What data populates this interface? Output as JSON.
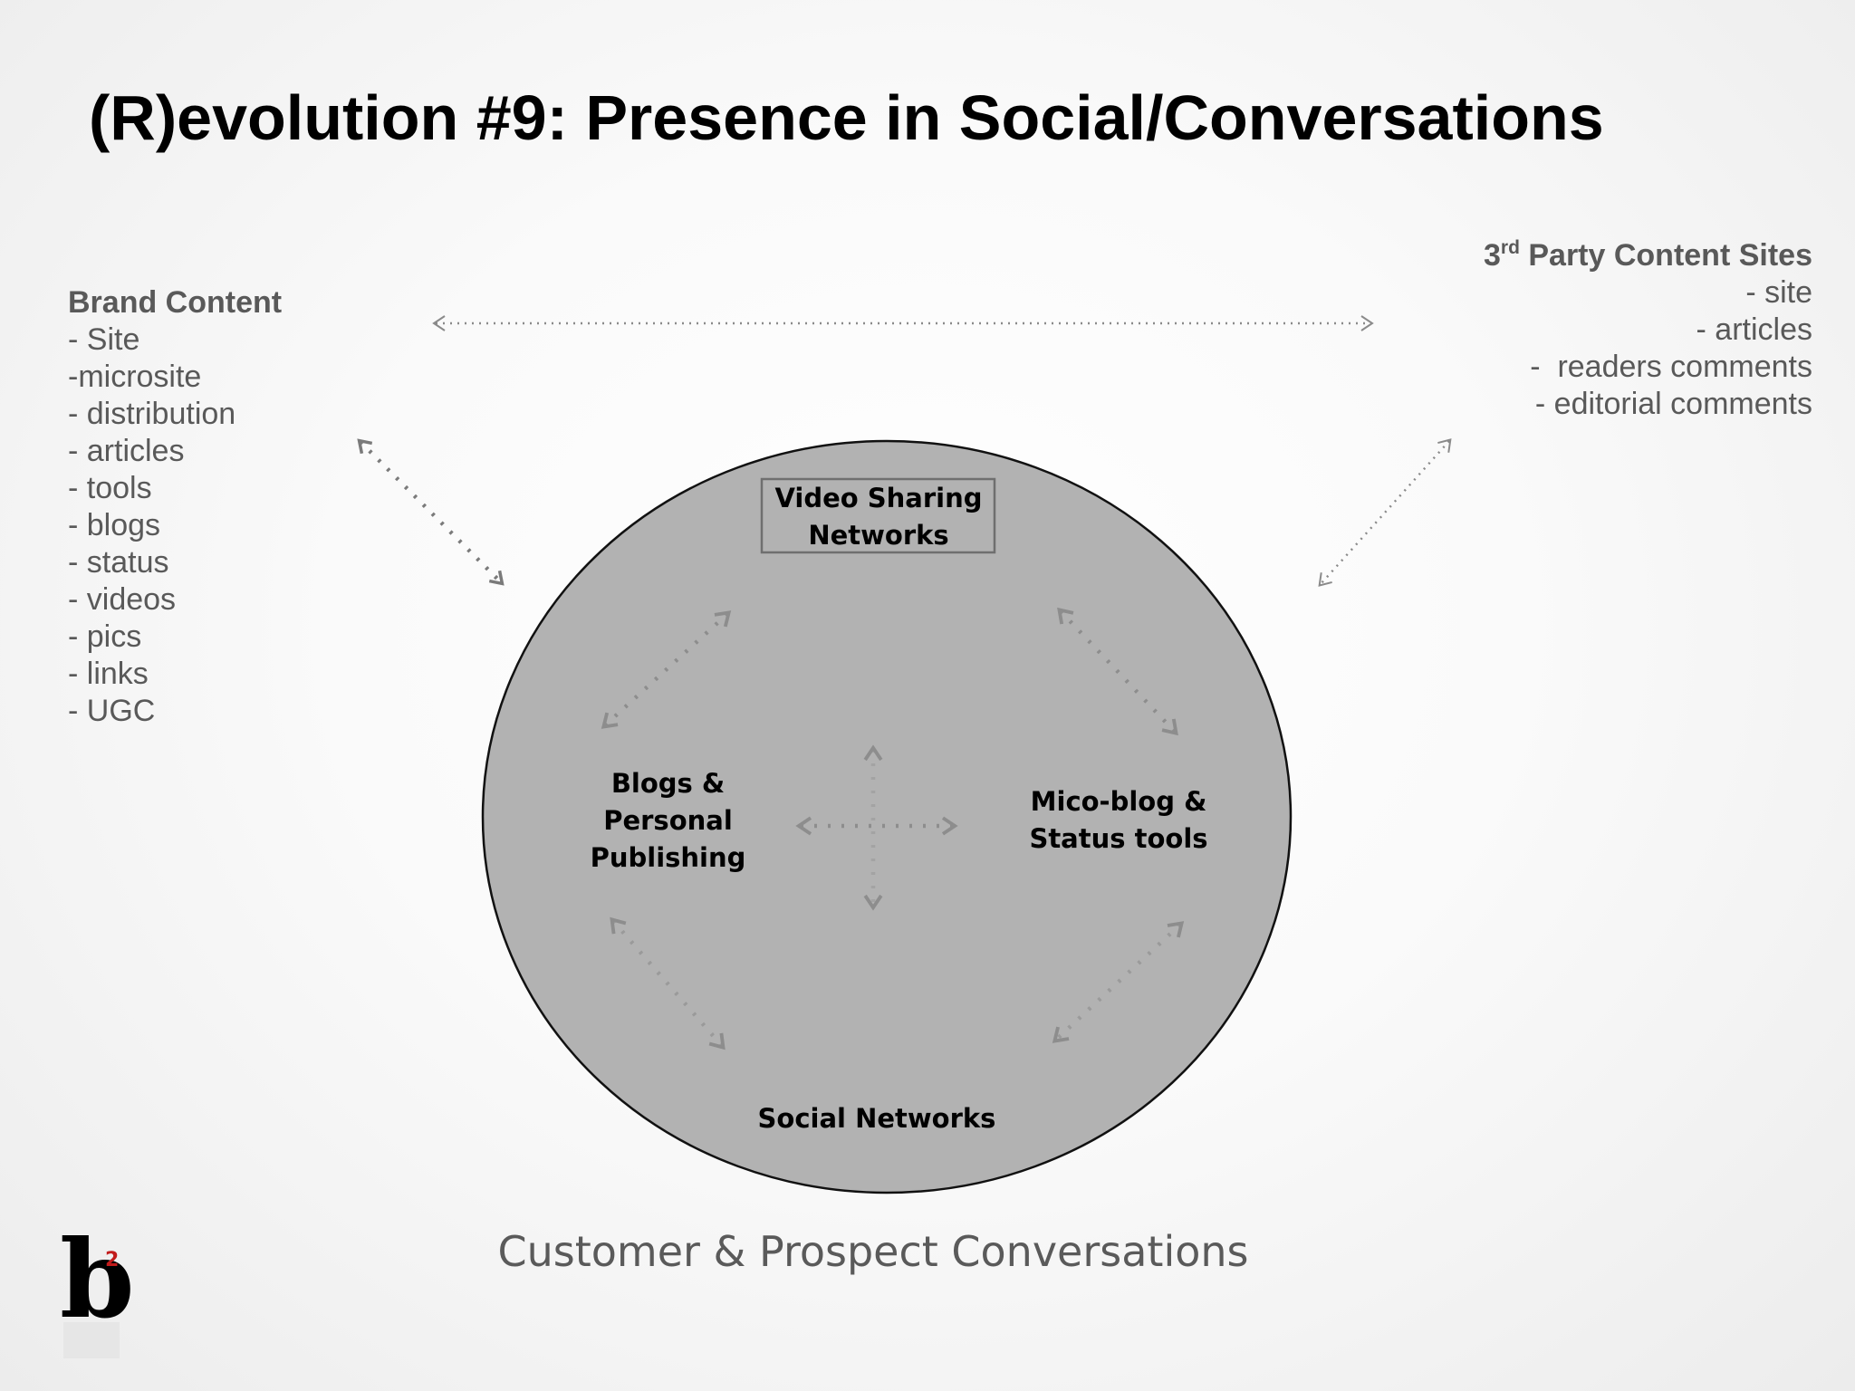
{
  "title": "(R)evolution #9:  Presence in Social/Conversations",
  "brand_content": {
    "heading": "Brand Content",
    "items": [
      "- Site",
      "-microsite",
      "- distribution",
      "- articles",
      "- tools",
      "- blogs",
      "- status",
      "- videos",
      "- pics",
      "- links",
      "- UGC"
    ]
  },
  "third_party": {
    "heading_num": "3",
    "heading_sup": "rd",
    "heading_rest": " Party Content Sites",
    "items": [
      "- site",
      "- articles",
      "-  readers comments",
      "- editorial comments"
    ]
  },
  "nodes": {
    "video_sharing": "Video Sharing Networks",
    "blogs": "Blogs & Personal Publishing",
    "microblog": "Mico-blog & Status tools",
    "social_networks": "Social Networks"
  },
  "footer": "Customer & Prospect Conversations",
  "logo": {
    "letter": "b",
    "superscript": "2"
  },
  "colors": {
    "circle_fill": "#b2b2b2",
    "arrow": "#7a7a7a",
    "text_gray": "#595959"
  }
}
